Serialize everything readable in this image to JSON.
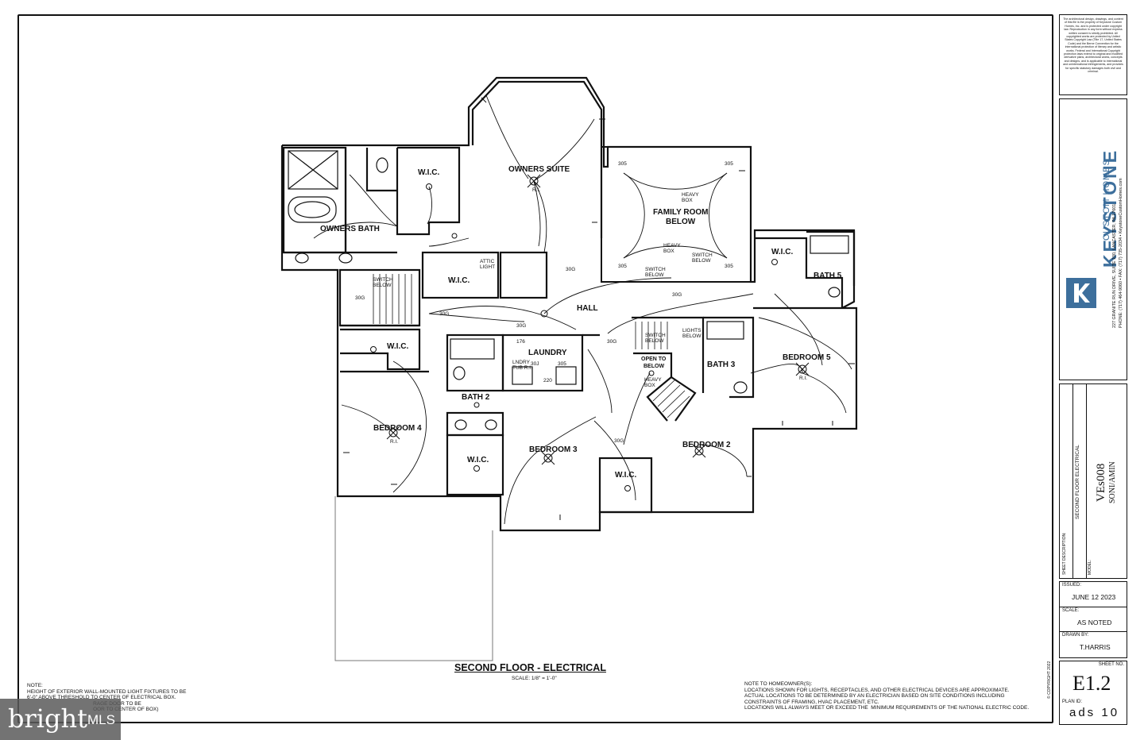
{
  "plan": {
    "title": "SECOND FLOOR - ELECTRICAL",
    "scale": "SCALE: 1/8\" = 1'-0\"",
    "rooms": {
      "owners_suite": "OWNERS SUITE",
      "owners_bath": "OWNERS BATH",
      "wic_owner": "W.I.C.",
      "wic_hall": "W.I.C.",
      "family_room": "FAMILY ROOM",
      "family_room_below": "BELOW",
      "hall": "HALL",
      "laundry": "LAUNDRY",
      "bath2": "BATH 2",
      "bath3": "BATH 3",
      "bath5": "BATH 5",
      "bedroom2": "BEDROOM 2",
      "bedroom3": "BEDROOM 3",
      "bedroom4": "BEDROOM 4",
      "bedroom5": "BEDROOM 5",
      "wic_b4": "W.I.C.",
      "wic_b3": "W.I.C.",
      "wic_b2": "W.I.C.",
      "wic_b5": "W.I.C.",
      "open_to_below": "OPEN TO",
      "open_to_below2": "BELOW"
    },
    "small_labels": {
      "heavy_box": "HEAVY",
      "box": "BOX",
      "switch": "SWITCH",
      "below": "BELOW",
      "lights": "LIGHTS",
      "attic": "ATTIC",
      "light": "LIGHT",
      "ri": "R.I.",
      "n305": "305",
      "n30g": "30G",
      "lndry": "LNDRY",
      "tub_ri": "TUB R.I.",
      "n30j": "30J",
      "n176": "176",
      "n220": "220"
    }
  },
  "notes": {
    "left": "NOTE:\nHEIGHT OF EXTERIOR WALL-MOUNTED LIGHT FIXTURES TO BE\n6'-0\" ABOVE THRESHOLD TO CENTER OF ELECTRICAL BOX.\n                                              RAGE DOOR TO BE\n                                              OOR TO CENTER OF BOX)",
    "right": "NOTE TO HOMEOWNER(S):\nLOCATIONS SHOWN FOR LIGHTS, RECEPTACLES, AND OTHER ELECTRICAL DEVICES ARE APPROXIMATE.\nACTUAL LOCATIONS TO BE DETERMINED BY AN ELECTRICIAN BASED ON SITE CONDITIONS INCLUDING\nCONSTRAINTS OF FRAMING, HVAC PLACEMENT, ETC.\nLOCATIONS WILL ALWAYS MEET OR EXCEED THE  MINIMUM REQUIREMENTS OF THE NATIONAL ELECTRIC CODE."
  },
  "title_block": {
    "copyright_text": "The architectural design, drawings, and content of this file is the property of Keystone Custom Homes, Inc. and is protected under copyright law. Reproduction in any form without express written consent is strictly prohibited. All copyrighted works are protected by United States Copyright Law (Title 17, United States Code) and the Berne Convention for the international protection of literary and artistic works. Federal and International Copyright protection laws extend to original and modified derivative plans, architectural works, concepts and designs, and is applicable to international and uninternational infringements, and provides for specific statutory damages both civil and criminal.",
    "brand": "KEYSTONE",
    "brand_sub": "CUSTOM HOMES",
    "address": "227 GRANITE RUN DRIVE, SUITE 100, LANCASTER, PA 17601",
    "phone": "PHONE: (717) 464-9060 • FAX: (717) 735-2034 • KeystoneCustomHomes.com",
    "sheet_description_label": "SHEET DESCRIPTION:",
    "sheet_description": "SECOND FLOOR ELECTRICAL",
    "model_label": "MODEL:",
    "model": "VEs008",
    "model_sub": "SONI/AMIN",
    "issued_label": "ISSUED:",
    "issued": "JUNE 12 2023",
    "scale_label": "SCALE:",
    "scale": "AS NOTED",
    "drawn_by_label": "DRAWN BY:",
    "drawn_by": "T.HARRIS",
    "sheet_no_label": "SHEET NO.",
    "sheet_no": "E1.2",
    "plan_id_label": "PLAN ID:",
    "plan_id": "ads 10",
    "copyright_vertical": "© COPYRIGHT 2022"
  },
  "watermark": {
    "text": "bright",
    "suffix": "MLS"
  }
}
